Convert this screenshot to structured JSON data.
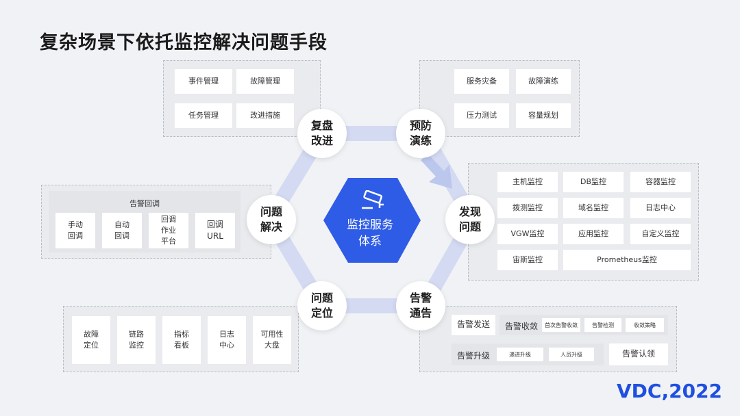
{
  "title": "复杂场景下依托监控解决问题手段",
  "center": {
    "label": "监控服务\n体系",
    "icon": "camera-icon"
  },
  "colors": {
    "hex_fill": "#2f5ce6",
    "ring": "#d4daf2",
    "arrow": "#bcc7ee",
    "logo": "#1f4fe0"
  },
  "nodes": {
    "review": "复盘\n改进",
    "drill": "预防\n演练",
    "discover": "发现\n问题",
    "alert": "告警\n通告",
    "locate": "问题\n定位",
    "solve": "问题\n解决"
  },
  "review_panel": [
    "事件管理",
    "故障管理",
    "任务管理",
    "改进措施"
  ],
  "drill_panel": [
    "服务灾备",
    "故障演练",
    "压力测试",
    "容量规划"
  ],
  "discover_panel": [
    "主机监控",
    "DB监控",
    "容器监控",
    "拨测监控",
    "域名监控",
    "日志中心",
    "VGW监控",
    "应用监控",
    "自定义监控",
    "宙斯监控",
    "Prometheus监控"
  ],
  "solve_panel": {
    "header": "告警回调",
    "items": [
      "手动\n回调",
      "自动\n回调",
      "回调\n作业\n平台",
      "回调\nURL"
    ]
  },
  "locate_panel": [
    "故障\n定位",
    "链路\n监控",
    "指标\n看板",
    "日志\n中心",
    "可用性\n大盘"
  ],
  "alert_panel": {
    "send": "告警发送",
    "converge": "告警收敛",
    "converge_items": [
      "首次告警收敛",
      "告警检测",
      "收敛策略"
    ],
    "upgrade": "告警升级",
    "upgrade_items": [
      "递进升级",
      "人员升级"
    ],
    "claim": "告警认领"
  },
  "logo": "VDC,2022"
}
